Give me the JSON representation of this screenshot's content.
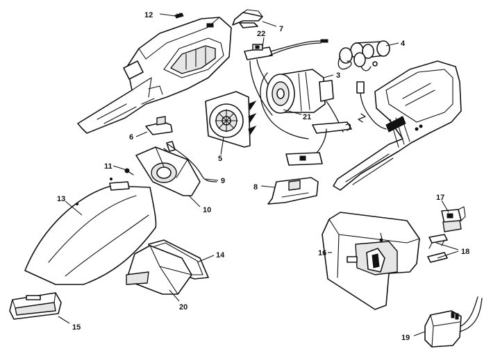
{
  "diagram": {
    "parts": [
      {
        "id": "p12",
        "label": "12"
      },
      {
        "id": "p7",
        "label": "7"
      },
      {
        "id": "p22",
        "label": "22"
      },
      {
        "id": "p4",
        "label": "4"
      },
      {
        "id": "p3",
        "label": "3"
      },
      {
        "id": "p21",
        "label": "21"
      },
      {
        "id": "p6",
        "label": "6"
      },
      {
        "id": "p5",
        "label": "5"
      },
      {
        "id": "p11",
        "label": "11"
      },
      {
        "id": "p9",
        "label": "9"
      },
      {
        "id": "p10",
        "label": "10"
      },
      {
        "id": "p8",
        "label": "8"
      },
      {
        "id": "p13",
        "label": "13"
      },
      {
        "id": "p17",
        "label": "17"
      },
      {
        "id": "p16",
        "label": "16"
      },
      {
        "id": "p18",
        "label": "18"
      },
      {
        "id": "p14",
        "label": "14"
      },
      {
        "id": "p20",
        "label": "20"
      },
      {
        "id": "p15",
        "label": "15"
      },
      {
        "id": "p19",
        "label": "19"
      }
    ]
  }
}
